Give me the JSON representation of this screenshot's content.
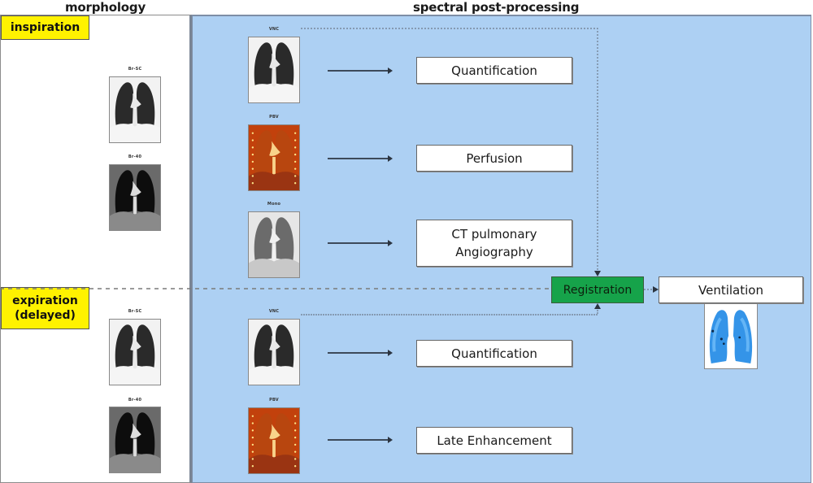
{
  "columns": {
    "morphology_title": "morphology",
    "spectral_title": "spectral post-processing"
  },
  "phases": {
    "inspiration": "inspiration",
    "expiration": "expiration\n(delayed)"
  },
  "morphology_scans": [
    {
      "label": "Br-SC",
      "style": "lung-grey"
    },
    {
      "label": "Br-40",
      "style": "lung-dark"
    },
    {
      "label": "Br-SC",
      "style": "lung-grey"
    },
    {
      "label": "Br-40",
      "style": "lung-dark"
    }
  ],
  "spectral_scans": [
    {
      "label": "VNC",
      "style": "lung-grey"
    },
    {
      "label": "PBV",
      "style": "iodine-map"
    },
    {
      "label": "Mono",
      "style": "lung-light"
    },
    {
      "label": "VNC",
      "style": "lung-grey"
    },
    {
      "label": "PBV",
      "style": "iodine-map"
    }
  ],
  "outputs": {
    "quantification_insp": "Quantification",
    "perfusion": "Perfusion",
    "ctpa": "CT pulmonary\nAngiography",
    "registration": "Registration",
    "ventilation": "Ventilation",
    "quantification_exp": "Quantification",
    "late_enhancement": "Late Enhancement"
  },
  "colors": {
    "phase_label": "#fff200",
    "spectral_panel": "#add0f3",
    "registration": "#16a34a",
    "ventilation_map": "#1e88e5"
  }
}
